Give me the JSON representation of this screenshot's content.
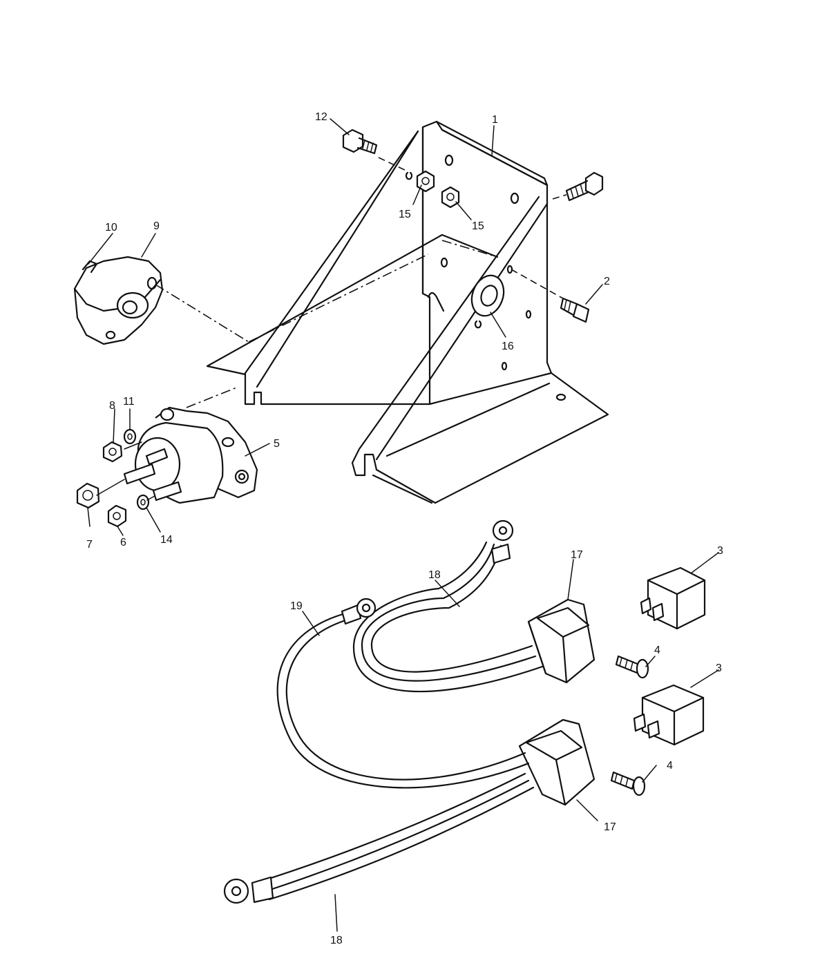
{
  "callouts": [
    {
      "id": "c1",
      "text": "1"
    },
    {
      "id": "c2",
      "text": "2"
    },
    {
      "id": "c3a",
      "text": "3"
    },
    {
      "id": "c3b",
      "text": "3"
    },
    {
      "id": "c4a",
      "text": "4"
    },
    {
      "id": "c4b",
      "text": "4"
    },
    {
      "id": "c5",
      "text": "5"
    },
    {
      "id": "c6",
      "text": "6"
    },
    {
      "id": "c7",
      "text": "7"
    },
    {
      "id": "c8",
      "text": "8"
    },
    {
      "id": "c9",
      "text": "9"
    },
    {
      "id": "c10",
      "text": "10"
    },
    {
      "id": "c11",
      "text": "11"
    },
    {
      "id": "c12",
      "text": "12"
    },
    {
      "id": "c14",
      "text": "14"
    },
    {
      "id": "c15a",
      "text": "15"
    },
    {
      "id": "c15b",
      "text": "15"
    },
    {
      "id": "c16",
      "text": "16"
    },
    {
      "id": "c17a",
      "text": "17"
    },
    {
      "id": "c17b",
      "text": "17"
    },
    {
      "id": "c18a",
      "text": "18"
    },
    {
      "id": "c18b",
      "text": "18"
    },
    {
      "id": "c19",
      "text": "19"
    }
  ]
}
